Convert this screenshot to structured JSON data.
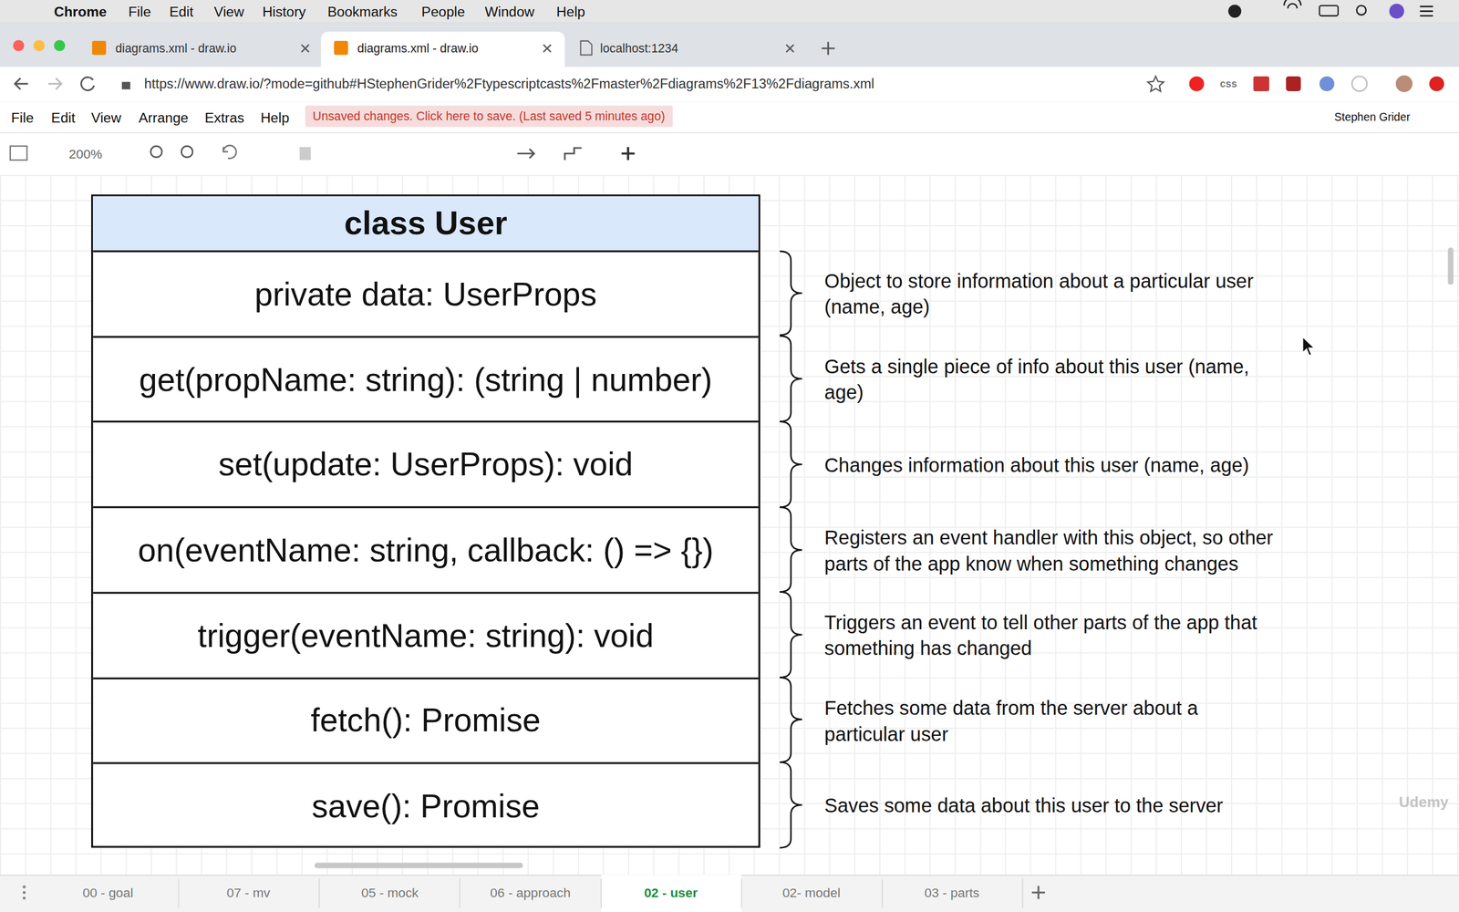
{
  "diagram": {
    "nodes": [
      {
        "text": [
          "class User"
        ]
      },
      {
        "text": [
          "private data: UserProps"
        ],
        "in": 0
      },
      {
        "text": [
          "get(propName: string): (string | number)"
        ],
        "in": 0
      },
      {
        "text": [
          "set(update: UserProps): void"
        ],
        "in": 0
      },
      {
        "text": [
          "on(eventName: string, callback: () => {})"
        ],
        "in": 0
      },
      {
        "text": [
          "trigger(eventName: string): void"
        ],
        "in": 0
      },
      {
        "text": [
          "fetch(): Promise"
        ],
        "in": 0
      },
      {
        "text": [
          "save(): Promise"
        ],
        "in": 0
      }
    ],
    "labels": [
      "Chrome",
      "File",
      "Edit",
      "View",
      "History",
      "Bookmarks",
      "People",
      "Window",
      "Help",
      "diagrams.xml - draw.io",
      "diagrams.xml - draw.io",
      "localhost:1234",
      "https://www.draw.io/?mode=github#HStephenGrider%2Ftypescriptcasts%2Fmaster%2Fdiagrams%2F13%2Fdiagrams.xml",
      "css",
      "File",
      "Edit",
      "View",
      "Arrange",
      "Extras",
      "Help",
      "Unsaved changes. Click here to save. (Last saved 5 minutes ago)",
      "Stephen Grider",
      "200%",
      "Object to store information about a particular user (name, age)",
      "Gets a single piece of info about this user (name, age)",
      "Changes information about this user (name, age)",
      "Registers an event handler with this object, so other parts of the app know when something changes",
      "Triggers an event to tell other parts of the app that something has changed",
      "Fetches some data from the server about a particular user",
      "Saves some data about this user to the server",
      "00 - goal",
      "07 - mv",
      "05 - mock",
      "06 - approach",
      "02 - user",
      "02- model",
      "03 - parts",
      "Udemy"
    ]
  }
}
